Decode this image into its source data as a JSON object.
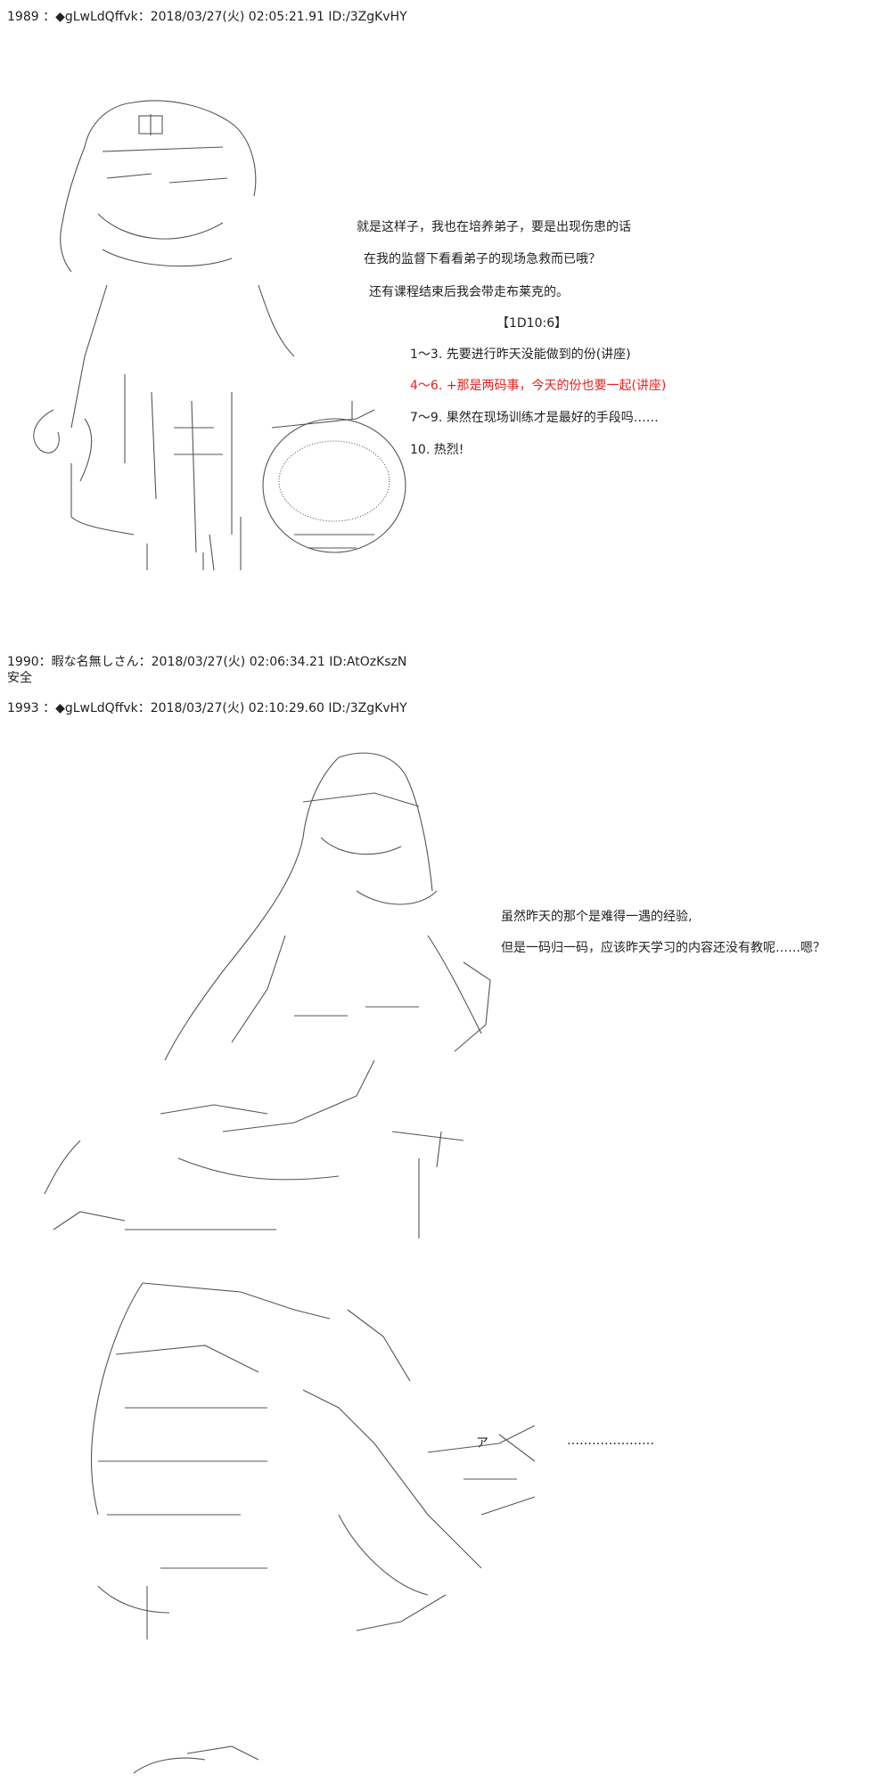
{
  "posts": [
    {
      "header": "1989 ：◆gLwLdQffvk：2018/03/27(火) 02:05:21.91 ID:/3ZgKvHY"
    },
    {
      "header": "1990：暇な名無しさん：2018/03/27(火) 02:06:34.21 ID:AtOzKszN",
      "body": "安全"
    },
    {
      "header": "1993 ：◆gLwLdQffvk：2018/03/27(火) 02:10:29.60 ID:/3ZgKvHY"
    }
  ],
  "scene1": {
    "lines": [
      "就是这样子，我也在培养弟子，要是出现伤患的话",
      "在我的监督下看看弟子的现场急救而已哦？",
      "还有课程结束后我会带走布莱克的。"
    ],
    "dice": "【1D10:6】",
    "options": [
      "1～3. 先要进行昨天没能做到的份(讲座)",
      "4～6. +那是两码事，今天的份也要一起(讲座)",
      "7～9. 果然在现场训练才是最好的手段吗……",
      "10. 热烈!"
    ]
  },
  "scene2": {
    "lines": [
      "虽然昨天的那个是难得一遇的经验,",
      "但是一码归一码，应该昨天学习的内容还没有教呢……嗯？"
    ]
  },
  "scene3": {
    "lines": [
      "…………………",
      "ア"
    ]
  },
  "colors": {
    "text": "#222222",
    "highlight": "#e8201e",
    "art": "#555555"
  }
}
